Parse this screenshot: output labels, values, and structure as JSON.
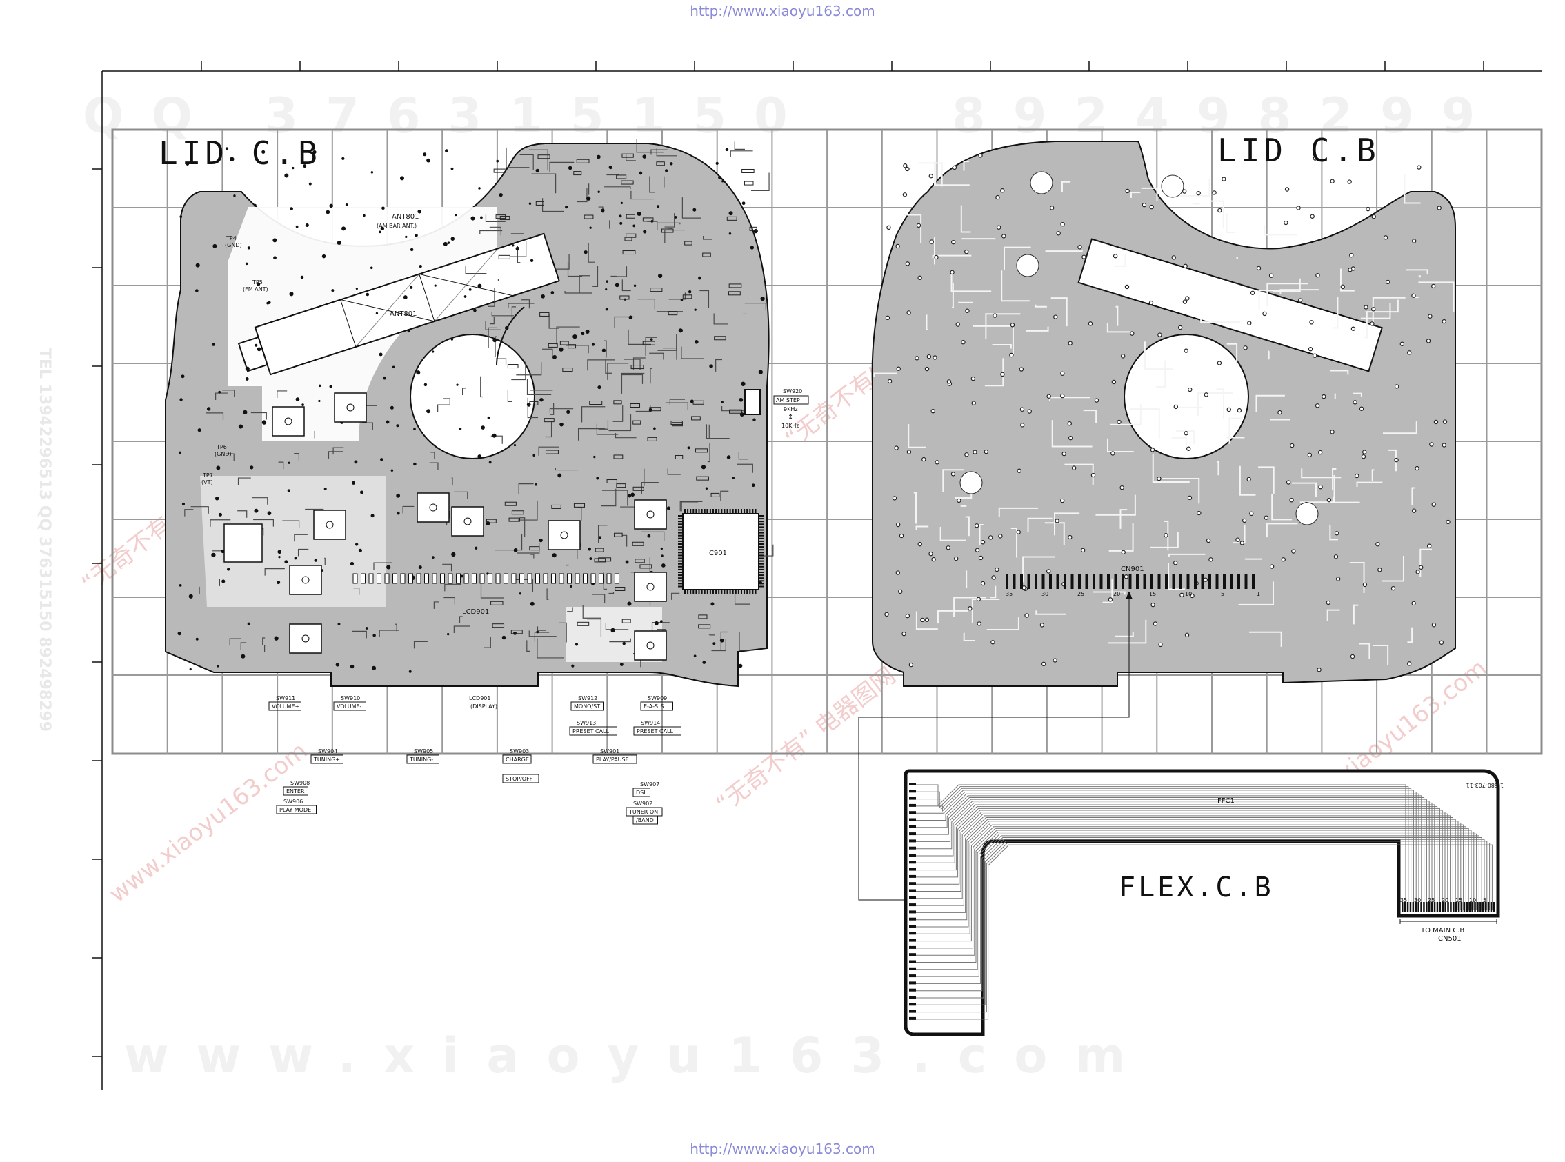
{
  "header_url": "http://www.xiaoyu163.com",
  "footer_url": "http://www.xiaoyu163.com",
  "watermarks": {
    "qq_left": "QQ 376315150",
    "qq_right": "892498299",
    "bottom": "www.xiaoyu163.com",
    "side_tel": "TEL 13942296513 QQ 376315150 892498299",
    "red_1": "“无奇不有” 电器图网",
    "red_2": "www.xiaoyu163.com"
  },
  "boards": {
    "left_title": "LID C.B",
    "right_title": "LID C.B",
    "flex_title": "FLEX.C.B"
  },
  "left_board_labels": {
    "ant801_top": "ANT801",
    "ant801_top_sub": "(AM BAR ANT.)",
    "ant801_mid": "ANT801",
    "tp4": "TP4",
    "tp4_sub": "(GND)",
    "tp5": "TP5",
    "tp5_sub": "(FM ANT)",
    "tp6": "TP6",
    "tp6_sub": "(GND)",
    "tp7": "TP7",
    "tp7_sub": "(VT)",
    "lcd901": "LCD901",
    "ic901": "IC901",
    "cn901": "CN901",
    "ffc1": "FFC1"
  },
  "sw920": {
    "id": "SW920",
    "name": "AM STEP",
    "opt1": "9KHz",
    "opt2": "10KHz"
  },
  "switch_legend": [
    {
      "id": "SW911",
      "label": "VOLUME+"
    },
    {
      "id": "SW910",
      "label": "VOLUME-"
    },
    {
      "id": "LCD901",
      "label": "(DISPLAY)"
    },
    {
      "id": "SW912",
      "label": "MONO/ST"
    },
    {
      "id": "SW909",
      "label": "E-A-S!S"
    },
    {
      "id": "SW913",
      "label": "PRESET CALL"
    },
    {
      "id": "SW914",
      "label": "PRESET CALL"
    },
    {
      "id": "SW904",
      "label": "TUNING+"
    },
    {
      "id": "SW905",
      "label": "TUNING-"
    },
    {
      "id": "SW903",
      "label": "CHARGE"
    },
    {
      "id": "SW903b",
      "label": "STOP/OFF"
    },
    {
      "id": "SW901",
      "label": "PLAY/PAUSE"
    },
    {
      "id": "SW908",
      "label": "ENTER"
    },
    {
      "id": "SW906",
      "label": "PLAY MODE"
    },
    {
      "id": "SW907",
      "label": "DSL"
    },
    {
      "id": "SW902",
      "label": "TUNER ON"
    },
    {
      "id": "SW902b",
      "label": "/BAND"
    }
  ],
  "flex": {
    "to_main": "TO MAIN C.B",
    "connector": "CN501",
    "part_no": "1-680-703-11",
    "pin_labels_bottom": [
      "35",
      "30",
      "25",
      "20",
      "15",
      "10",
      "5"
    ],
    "pin_labels_cn901": [
      "35",
      "30",
      "25",
      "20",
      "15",
      "10",
      "5",
      "1"
    ]
  },
  "colors": {
    "copper": "#b7b7b7",
    "grid": "#8c8c8c",
    "outline": "#111111",
    "background": "#ffffff"
  }
}
